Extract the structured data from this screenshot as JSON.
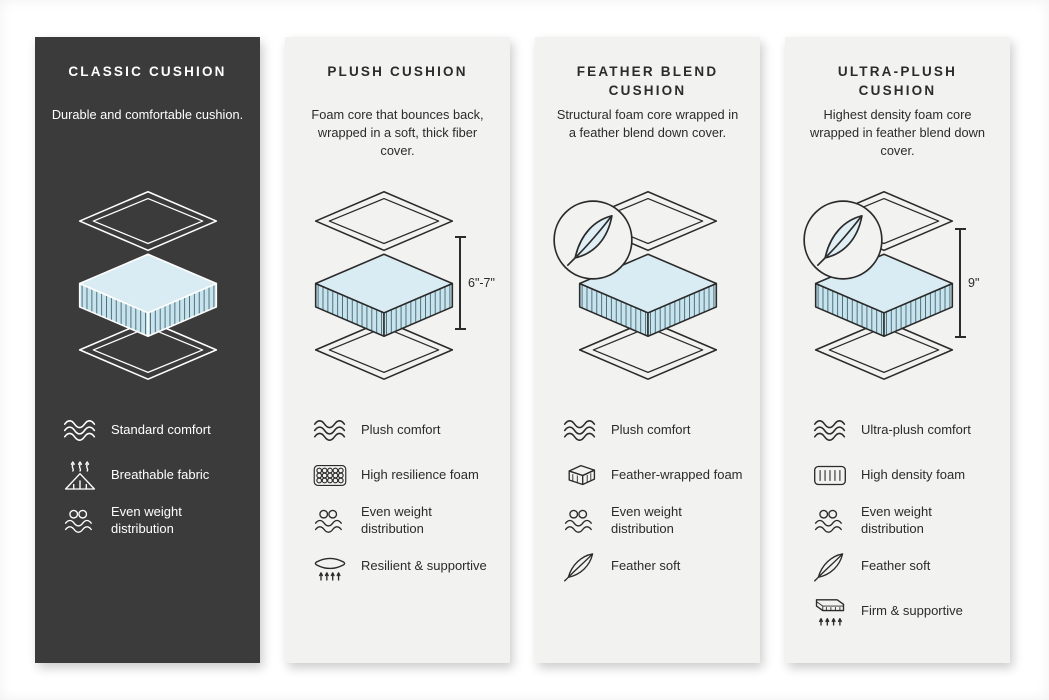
{
  "colors": {
    "dark_card_bg": "#3b3b3b",
    "light_card_bg": "#f2f2f1",
    "text_dark": "#2b2b2b",
    "text_light": "#ffffff",
    "foam_top": "#d9ecf3",
    "foam_side": "#c9e3ec",
    "foam_hatch_line": "#49707e"
  },
  "columns": [
    {
      "title": "CLASSIC CUSHION",
      "description": "Durable and comfortable cushion.",
      "features": [
        {
          "icon": "waves",
          "label": "Standard comfort"
        },
        {
          "icon": "breathable-fabric",
          "label": "Breathable fabric"
        },
        {
          "icon": "weight-distribution",
          "label": "Even weight distribution"
        }
      ]
    },
    {
      "title": "PLUSH CUSHION",
      "description": "Foam core that bounces back, wrapped in a soft, thick fiber cover.",
      "height_label": "6\"-7\"",
      "features": [
        {
          "icon": "waves",
          "label": "Plush comfort"
        },
        {
          "icon": "foam-bubbles",
          "label": "High resilience foam"
        },
        {
          "icon": "weight-distribution",
          "label": "Even weight distribution"
        },
        {
          "icon": "resilient-support",
          "label": "Resilient & supportive"
        }
      ]
    },
    {
      "title": "FEATHER BLEND CUSHION",
      "description": "Structural foam core wrapped in a feather blend down cover.",
      "features": [
        {
          "icon": "waves",
          "label": "Plush comfort"
        },
        {
          "icon": "wrapped-foam",
          "label": "Feather-wrapped foam"
        },
        {
          "icon": "weight-distribution",
          "label": "Even weight distribution"
        },
        {
          "icon": "feather",
          "label": "Feather soft"
        }
      ]
    },
    {
      "title": "ULTRA-PLUSH CUSHION",
      "description": "Highest density foam core wrapped in feather blend down cover.",
      "height_label": "9\"",
      "features": [
        {
          "icon": "waves",
          "label": "Ultra-plush comfort"
        },
        {
          "icon": "density-foam",
          "label": "High density foam"
        },
        {
          "icon": "weight-distribution",
          "label": "Even weight distribution"
        },
        {
          "icon": "feather",
          "label": "Feather soft"
        },
        {
          "icon": "firm-support",
          "label": "Firm & supportive"
        }
      ]
    }
  ]
}
